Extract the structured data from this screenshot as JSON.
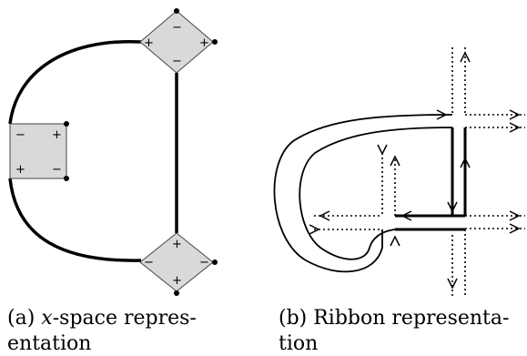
{
  "diagram_a": {
    "vertices": [
      {
        "name": "top-vertex",
        "signs": [
          "−",
          "+",
          "+",
          "−"
        ]
      },
      {
        "name": "left-vertex",
        "signs": [
          "−",
          "+",
          "+",
          "−"
        ]
      },
      {
        "name": "bottom-vertex",
        "signs": [
          "+",
          "−",
          "−",
          "+"
        ]
      }
    ]
  },
  "captions": {
    "a": {
      "label": "(a)",
      "var": "x",
      "line1_rest": "-space repres-",
      "line2": "entation"
    },
    "b": {
      "line1": "(b) Ribbon representa-",
      "line2": "tion"
    }
  }
}
